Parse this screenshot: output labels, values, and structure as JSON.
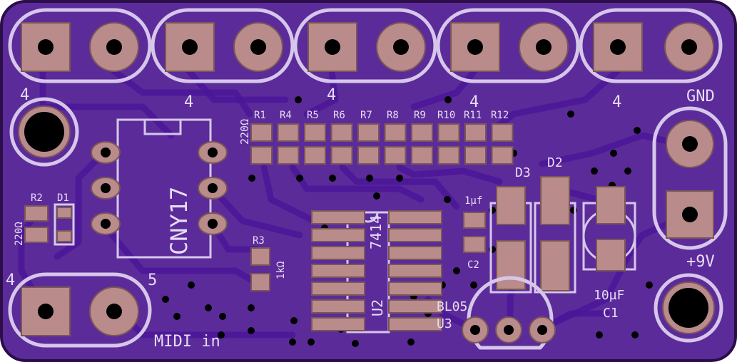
{
  "board": {
    "colors": {
      "board": "#5c2b9a",
      "board_edge": "#2b0d47",
      "silkscreen": "#d6c7ea",
      "pad": "#b98b8b",
      "trace": "#4a1699"
    },
    "terminal_labels": [
      "4",
      "4",
      "4",
      "4",
      "4"
    ],
    "gnd_label": "GND",
    "vcc_label": "+9V",
    "midi_terminal_left": "4",
    "midi_terminal_right": "5",
    "midi_label": "MIDI in",
    "optocoupler_label": "CNY17",
    "resistor_array_value": "220Ω",
    "resistor_array_refs": [
      "R1",
      "R4",
      "R5",
      "R6",
      "R7",
      "R8",
      "R9",
      "R10",
      "R11",
      "R12"
    ],
    "r2_ref": "R2",
    "r2_value": "220Ω",
    "d1_ref": "D1",
    "r3_ref": "R3",
    "r3_value": "1kΩ",
    "ic_part": "7414",
    "ic_ref": "U2",
    "c2_value": "1µf",
    "c2_ref": "C2",
    "d2_ref": "D2",
    "d3_ref": "D3",
    "c1_value": "10µF",
    "c1_ref": "C1",
    "reg_part": "BL05",
    "reg_ref": "U3"
  }
}
